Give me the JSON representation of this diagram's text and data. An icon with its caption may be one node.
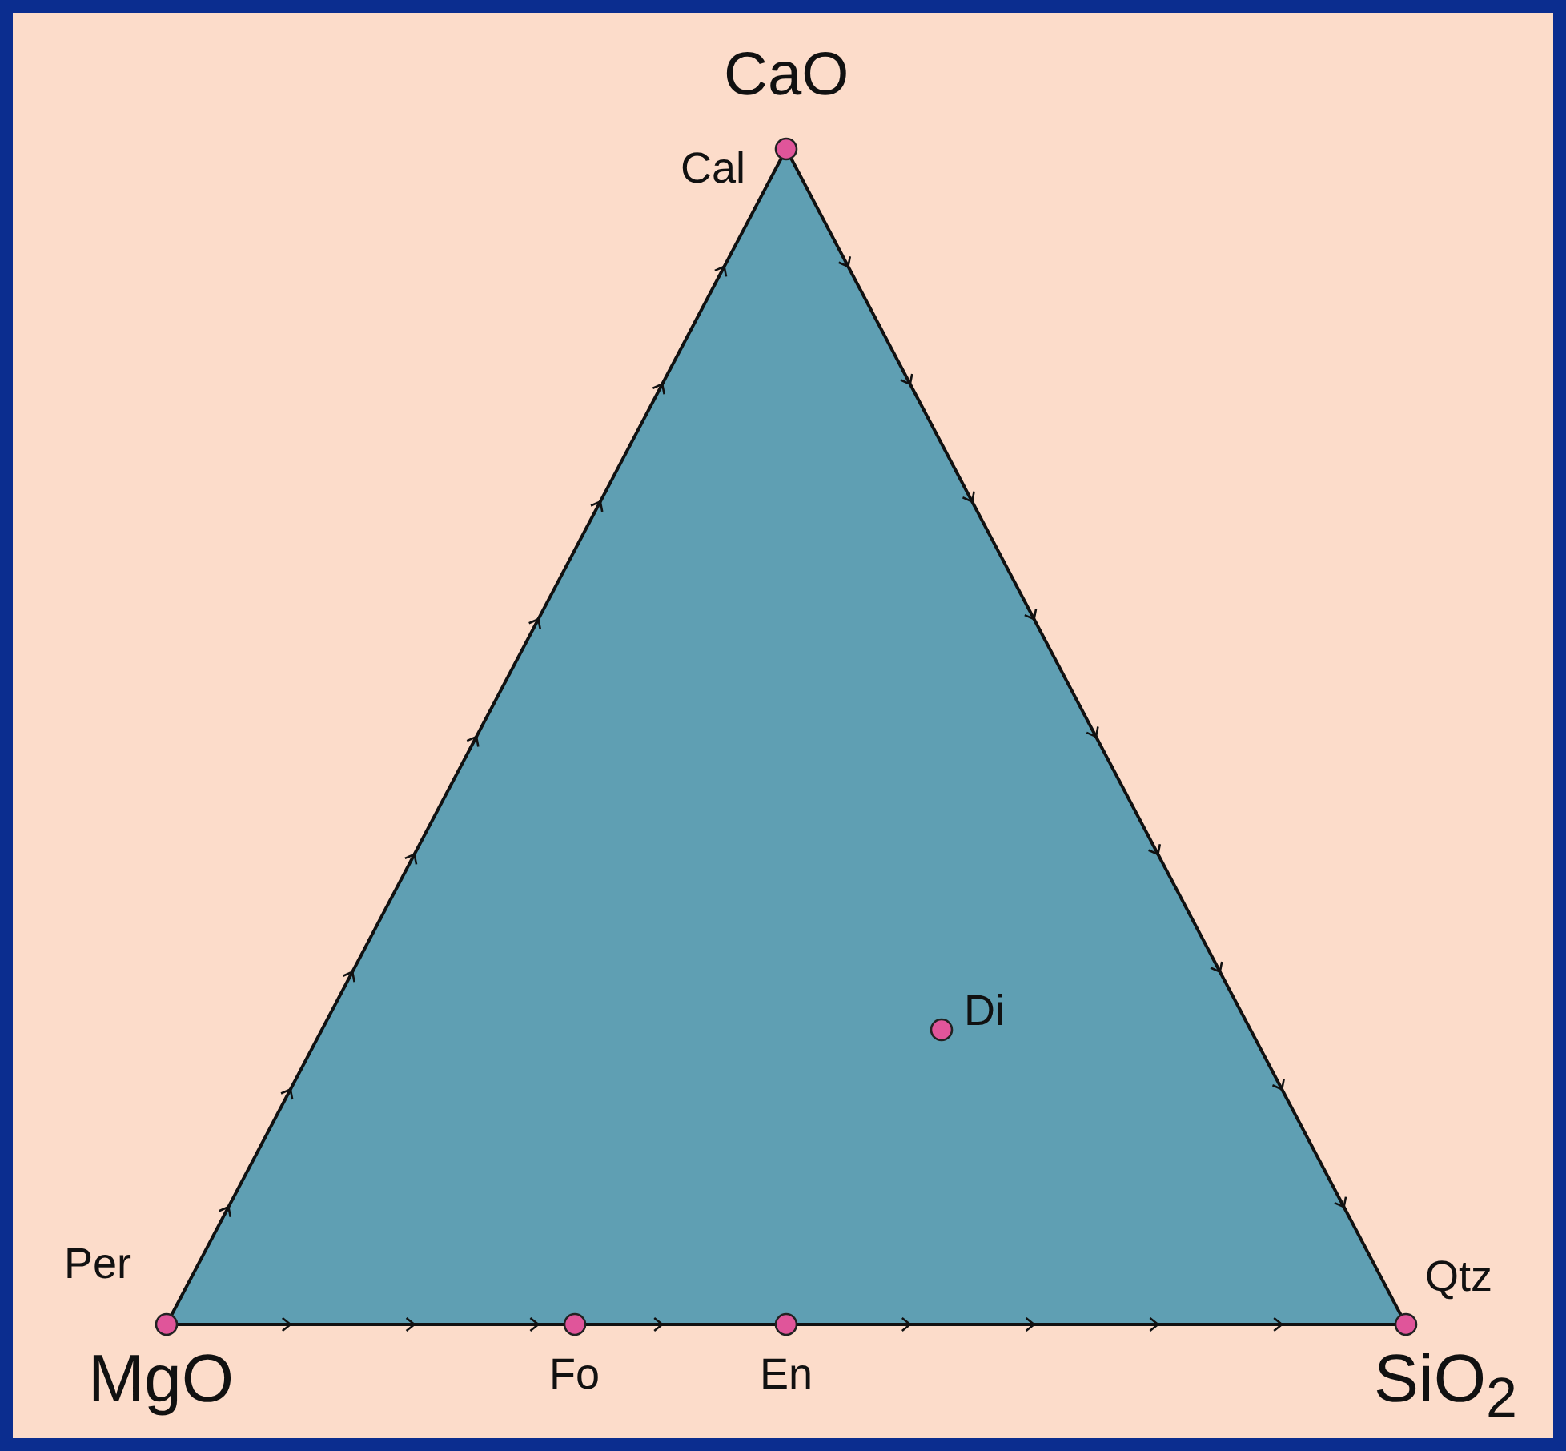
{
  "diagram": {
    "labels": [
      "CaO",
      "Cal",
      "Per",
      "Qtz",
      "Di",
      "MgO",
      "Fo",
      "En",
      "SiO$_{2}$"
    ]
  }
}
